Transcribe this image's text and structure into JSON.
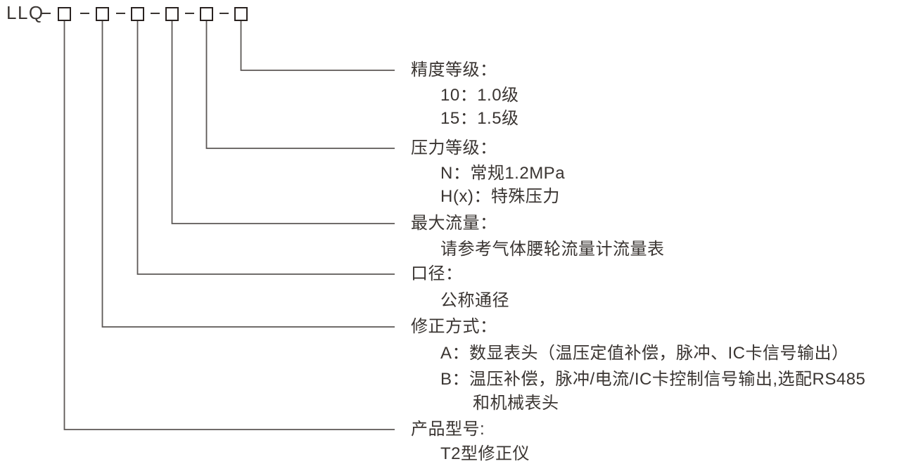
{
  "model_code": {
    "prefix": "LLQ",
    "separator": "–",
    "box_count": 6
  },
  "sections": [
    {
      "id": "accuracy-class",
      "label": "精度等级：",
      "items": [
        "10：1.0级",
        "15：1.5级"
      ]
    },
    {
      "id": "pressure-class",
      "label": "压力等级：",
      "items": [
        "N：常规1.2MPa",
        "H(x)：特殊压力"
      ]
    },
    {
      "id": "max-flow",
      "label": "最大流量：",
      "items": [
        "请参考气体腰轮流量计流量表"
      ]
    },
    {
      "id": "diameter",
      "label": "口径：",
      "items": [
        "公称通径"
      ]
    },
    {
      "id": "correction-mode",
      "label": "修正方式：",
      "items": [
        "A：数显表头（温压定值补偿，脉冲、IC卡信号输出）",
        "B：温压补偿，脉冲/电流/IC卡控制信号输出,选配RS485",
        "和机械表头"
      ]
    },
    {
      "id": "product-model",
      "label": "产品型号:",
      "items": [
        "T2型修正仪"
      ]
    }
  ],
  "colors": {
    "text": "#3a3532",
    "line": "#5c5856",
    "box_border": "#292220",
    "background": "#ffffff"
  }
}
